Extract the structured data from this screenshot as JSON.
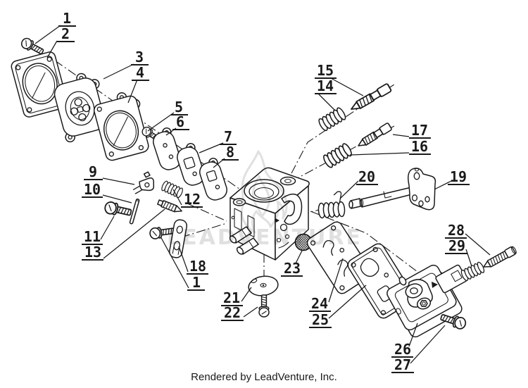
{
  "callouts": [
    "1",
    "2",
    "3",
    "4",
    "5",
    "6",
    "7",
    "8",
    "9",
    "10",
    "11",
    "12",
    "13",
    "14",
    "15",
    "16",
    "17",
    "18",
    "1",
    "19",
    "20",
    "21",
    "22",
    "23",
    "24",
    "25",
    "26",
    "27",
    "28",
    "29"
  ],
  "watermark": {
    "text": "LEADVENTURE",
    "icon": "flame-icon"
  },
  "footer": {
    "text": "Rendered by LeadVenture, Inc."
  },
  "colors": {
    "ink": "#1a1a1a",
    "background": "#ffffff",
    "watermark": "#e0e0e0"
  }
}
